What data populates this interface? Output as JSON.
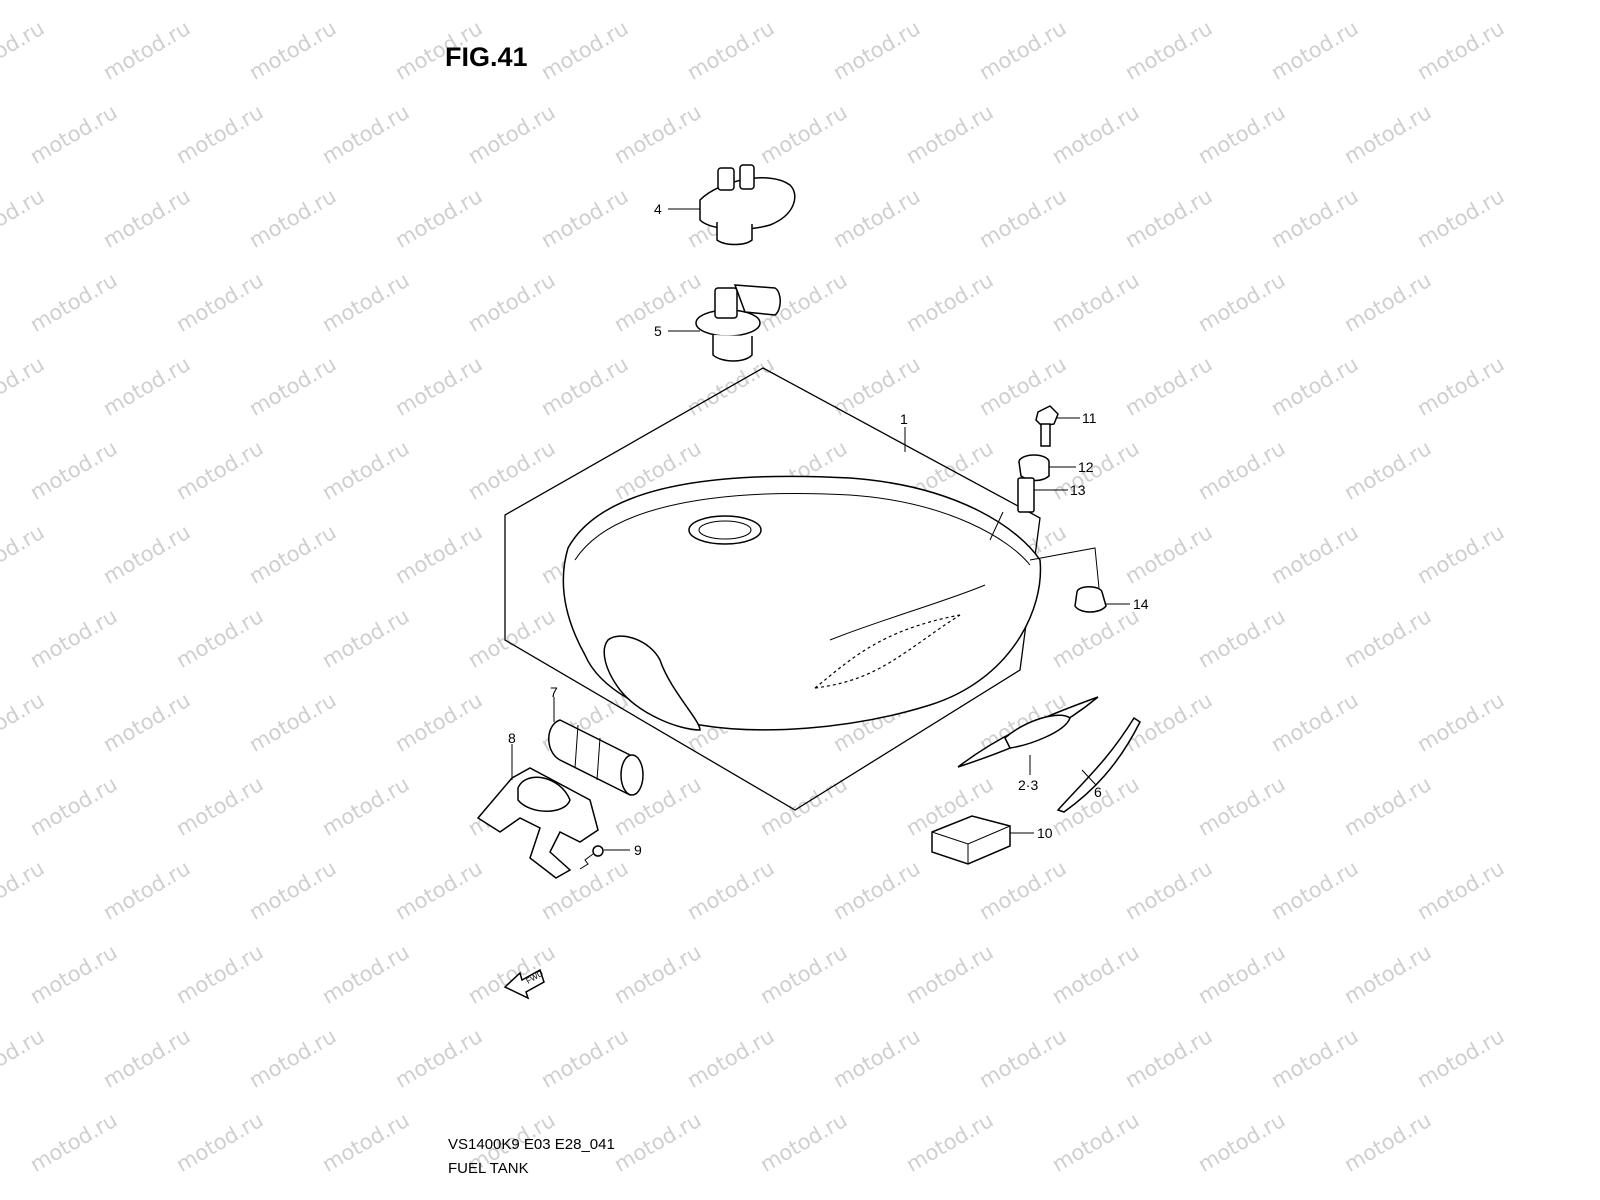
{
  "watermark": {
    "text": "motod.ru"
  },
  "figure": {
    "title": "FIG.41",
    "code": "VS1400K9 E03 E28_041",
    "name": "FUEL TANK"
  },
  "fwd_label": "FWD",
  "callouts": {
    "c1": "1",
    "c23": "2·3",
    "c4": "4",
    "c5": "5",
    "c6": "6",
    "c7": "7",
    "c8": "8",
    "c9": "9",
    "c10": "10",
    "c11": "11",
    "c12": "12",
    "c13": "13",
    "c14": "14"
  }
}
